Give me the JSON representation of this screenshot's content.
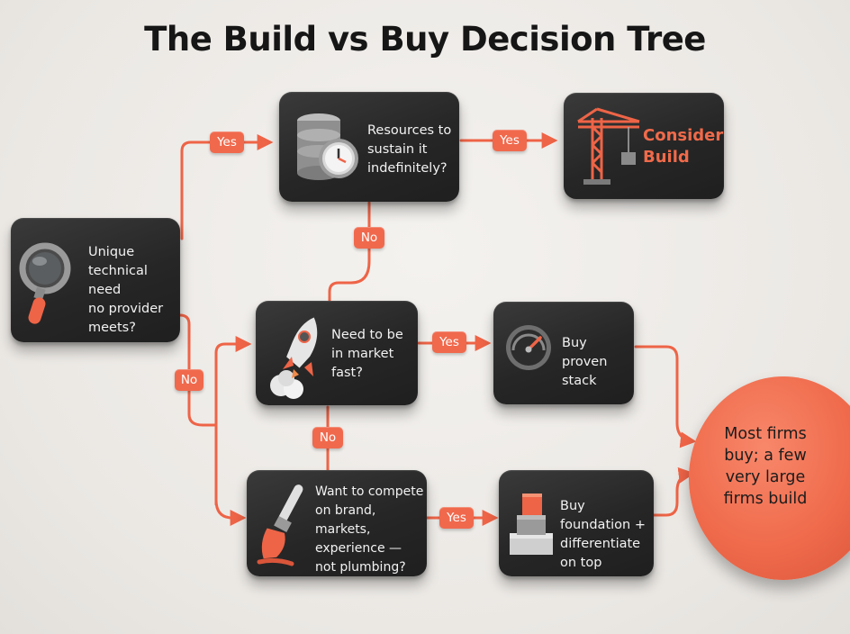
{
  "title": "The Build vs Buy Decision Tree",
  "colors": {
    "accent": "#f0694d",
    "node_bg": "#262626",
    "background": "#efedea",
    "outcome_fill": "#ef6a4b"
  },
  "nodes": {
    "unique_need": {
      "text": "Unique\ntechnical need\nno provider\nmeets?",
      "icon": "magnifying-glass-icon"
    },
    "resources": {
      "text": "Resources to\nsustain it\nindefinitely?",
      "icon": "database-clock-icon"
    },
    "consider_build": {
      "text": "Consider\nBuild",
      "icon": "construction-crane-icon"
    },
    "market_fast": {
      "text": "Need to be\nin market\nfast?",
      "icon": "rocket-icon"
    },
    "buy_proven": {
      "text": "Buy proven\nstack",
      "icon": "speedometer-icon"
    },
    "compete_brand": {
      "text": "Want to compete\non brand, markets,\nexperience —\nnot plumbing?",
      "icon": "paintbrush-icon"
    },
    "buy_foundation": {
      "text": "Buy foundation +\ndifferentiate\non top",
      "icon": "stacked-blocks-icon"
    }
  },
  "outcome": {
    "text": "Most firms\nbuy; a few\nvery large\nfirms build"
  },
  "edge_labels": {
    "unique_yes": "Yes",
    "resources_yes": "Yes",
    "resources_no": "No",
    "unique_no": "No",
    "market_yes": "Yes",
    "market_no": "No",
    "compete_yes": "Yes"
  }
}
